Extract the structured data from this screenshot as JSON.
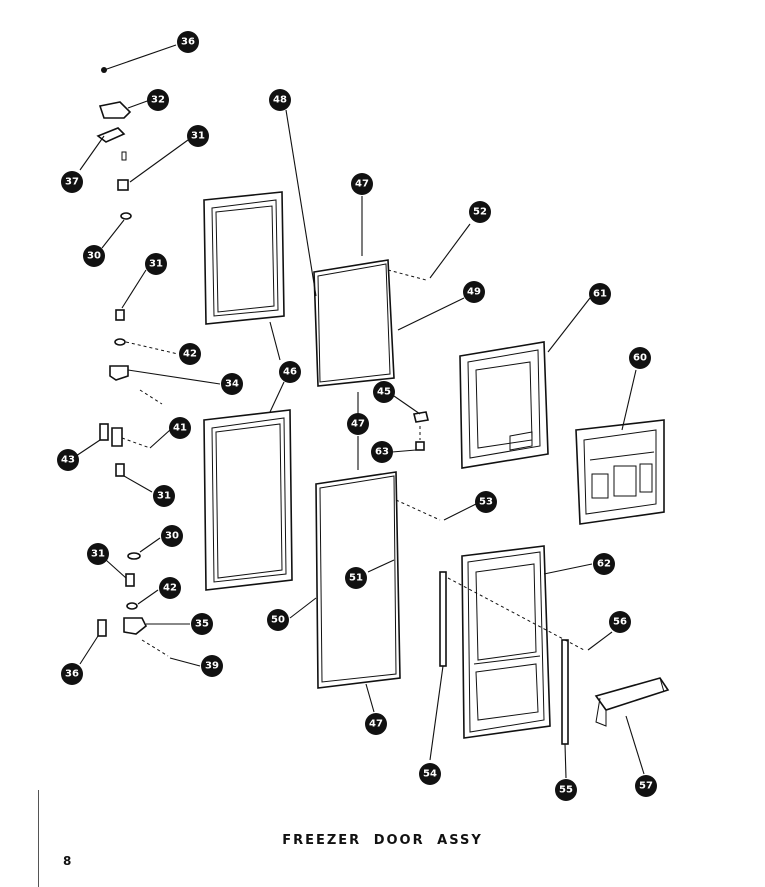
{
  "title": "FREEZER DOOR ASSY",
  "page_number": "8",
  "callouts": [
    {
      "id": "c36a",
      "label": "36"
    },
    {
      "id": "c32",
      "label": "32"
    },
    {
      "id": "c37",
      "label": "37"
    },
    {
      "id": "c31a",
      "label": "31"
    },
    {
      "id": "c30",
      "label": "30"
    },
    {
      "id": "c31b",
      "label": "31"
    },
    {
      "id": "c42a",
      "label": "42"
    },
    {
      "id": "c34",
      "label": "34"
    },
    {
      "id": "c41",
      "label": "41"
    },
    {
      "id": "c43",
      "label": "43"
    },
    {
      "id": "c31c",
      "label": "31"
    },
    {
      "id": "c30b",
      "label": "30"
    },
    {
      "id": "c31d",
      "label": "31"
    },
    {
      "id": "c42b",
      "label": "42"
    },
    {
      "id": "c35",
      "label": "35"
    },
    {
      "id": "c36b",
      "label": "36"
    },
    {
      "id": "c39",
      "label": "39"
    },
    {
      "id": "c48",
      "label": "48"
    },
    {
      "id": "c46",
      "label": "46"
    },
    {
      "id": "c47a",
      "label": "47"
    },
    {
      "id": "c52",
      "label": "52"
    },
    {
      "id": "c49",
      "label": "49"
    },
    {
      "id": "c45",
      "label": "45"
    },
    {
      "id": "c47b",
      "label": "47"
    },
    {
      "id": "c63",
      "label": "63"
    },
    {
      "id": "c53",
      "label": "53"
    },
    {
      "id": "c51",
      "label": "51"
    },
    {
      "id": "c50",
      "label": "50"
    },
    {
      "id": "c47c",
      "label": "47"
    },
    {
      "id": "c61",
      "label": "61"
    },
    {
      "id": "c60",
      "label": "60"
    },
    {
      "id": "c62",
      "label": "62"
    },
    {
      "id": "c56",
      "label": "56"
    },
    {
      "id": "c54",
      "label": "54"
    },
    {
      "id": "c55",
      "label": "55"
    },
    {
      "id": "c57",
      "label": "57"
    }
  ]
}
